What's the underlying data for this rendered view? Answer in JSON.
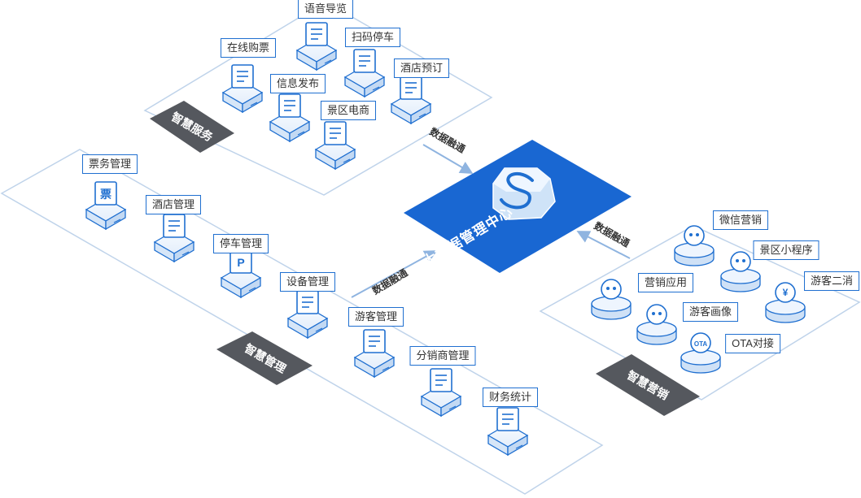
{
  "hub": {
    "title": "大数据管理中心"
  },
  "sections": {
    "service": {
      "tag": "智慧服务"
    },
    "management": {
      "tag": "智慧管理"
    },
    "marketing": {
      "tag": "智慧营销"
    }
  },
  "flows": [
    "数据融通",
    "数据融通",
    "数据融通"
  ],
  "service_items": [
    "语音导览",
    "在线购票",
    "扫码停车",
    "信息发布",
    "酒店预订",
    "景区电商"
  ],
  "management_items": [
    "票务管理",
    "酒店管理",
    "停车管理",
    "设备管理",
    "游客管理",
    "分销商管理",
    "财务统计"
  ],
  "marketing_items": [
    "微信营销",
    "景区小程序",
    "营销应用",
    "游客二消",
    "游客画像",
    "OTA对接"
  ],
  "icon_glyphs": {
    "ticket": "票",
    "parking": "P",
    "ota": "OTA",
    "yuan": "¥"
  },
  "colors": {
    "accent": "#1f6fd0",
    "hub": "#1967d2",
    "tag": "#55585e",
    "border": "#bfd3ea"
  }
}
